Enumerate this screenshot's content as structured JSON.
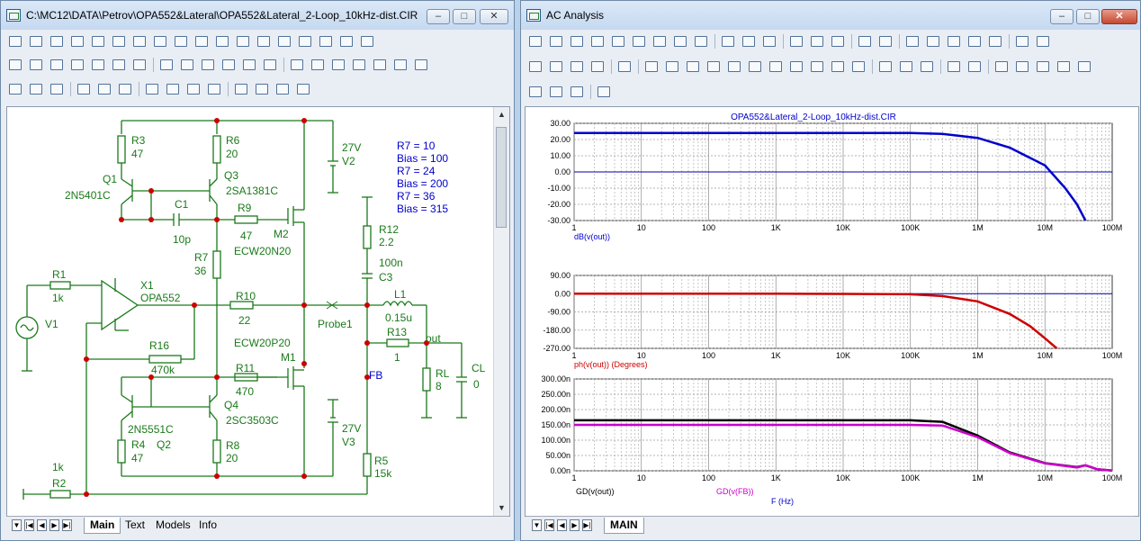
{
  "left_window": {
    "title": "C:\\MC12\\DATA\\Petrov\\OPA552&Lateral\\OPA552&Lateral_2-Loop_10kHz-dist.CIR",
    "tabs": [
      "Main",
      "Text",
      "Models",
      "Info"
    ],
    "active_tab": "Main"
  },
  "right_window": {
    "title": "AC Analysis",
    "tabs": [
      "MAIN"
    ],
    "active_tab": "MAIN"
  },
  "schematic": {
    "labels": {
      "r3": "R3",
      "r3v": "47",
      "r6": "R6",
      "r6v": "20",
      "q1": "Q1",
      "q1m": "2N5401C",
      "q3": "Q3",
      "q3m": "2SA1381C",
      "c1": "C1",
      "c1v": "10p",
      "r9": "R9",
      "r9v": "47",
      "m2": "M2",
      "m2m": "ECW20N20",
      "r7": "R7",
      "r7v": "36",
      "v2v": "27V",
      "v2": "V2",
      "r12": "R12",
      "r12v": "2.2",
      "c3v": "100n",
      "c3": "C3",
      "r1": "R1",
      "r1v": "1k",
      "x1": "X1",
      "x1m": "OPA552",
      "v1": "V1",
      "r10": "R10",
      "r10v": "22",
      "probe": "Probe1",
      "l1": "L1",
      "l1v": "0.15u",
      "r13": "R13",
      "r13v": "1",
      "out": "out",
      "r16": "R16",
      "r16v": "470k",
      "m1m": "ECW20P20",
      "m1": "M1",
      "fb": "FB",
      "rl": "RL",
      "rlv": "8",
      "cl": "CL",
      "clv": "0",
      "r11": "R11",
      "r11v": "470",
      "q4": "Q4",
      "q4m": "2SC3503C",
      "q2m": "2N5551C",
      "q2": "Q2",
      "r4": "R4",
      "r4v": "47",
      "r8": "R8",
      "r8v": "20",
      "v3v": "27V",
      "v3": "V3",
      "r5": "R5",
      "r5v": "15k",
      "r2v": "1k",
      "r2": "R2"
    },
    "bias_notes": [
      "R7 = 10",
      "Bias = 100",
      "R7 = 24",
      "Bias = 200",
      "R7 = 36",
      "Bias = 315"
    ]
  },
  "plot": {
    "title": "OPA552&Lateral_2-Loop_10kHz-dist.CIR",
    "x_ticks": [
      "1",
      "10",
      "100",
      "1K",
      "10K",
      "100K",
      "1M",
      "10M",
      "100M"
    ],
    "xlabel": "F (Hz)",
    "panels": [
      {
        "y_ticks": [
          "30.00",
          "20.00",
          "10.00",
          "0.00",
          "-10.00",
          "-20.00",
          "-30.00"
        ],
        "legend": [
          "dB(v(out))"
        ],
        "legend_colors": [
          "#0000cc"
        ]
      },
      {
        "y_ticks": [
          "90.00",
          "0.00",
          "-90.00",
          "-180.00",
          "-270.00"
        ],
        "legend": [
          "ph(v(out)) (Degrees)"
        ],
        "legend_colors": [
          "#cc0000"
        ]
      },
      {
        "y_ticks": [
          "300.00n",
          "250.00n",
          "200.00n",
          "150.00n",
          "100.00n",
          "50.00n",
          "0.00n"
        ],
        "legend": [
          "GD(v(out))",
          "GD(v(FB))"
        ],
        "legend_colors": [
          "#000000",
          "#cc00cc"
        ]
      }
    ]
  },
  "chart_data": [
    {
      "type": "line",
      "title": "OPA552&Lateral_2-Loop_10kHz-dist.CIR",
      "xlabel": "F (Hz)",
      "xscale": "log",
      "xlim": [
        1,
        100000000
      ],
      "ylim": [
        -30,
        30
      ],
      "series": [
        {
          "name": "dB(v(out))",
          "color": "#0000cc",
          "x": [
            1,
            10,
            100,
            1000,
            10000,
            100000,
            300000,
            1000000,
            3000000,
            10000000,
            20000000,
            30000000,
            40000000
          ],
          "values": [
            24,
            24,
            24,
            24,
            24,
            24,
            23.5,
            21,
            15,
            4,
            -10,
            -20,
            -30
          ]
        }
      ]
    },
    {
      "type": "line",
      "xlabel": "F (Hz)",
      "xscale": "log",
      "xlim": [
        1,
        100000000
      ],
      "ylim": [
        -270,
        90
      ],
      "series": [
        {
          "name": "ph(v(out)) (Degrees)",
          "color": "#cc0000",
          "x": [
            1,
            10,
            100,
            1000,
            10000,
            100000,
            300000,
            1000000,
            3000000,
            6000000,
            10000000,
            15000000
          ],
          "values": [
            0,
            0,
            0,
            0,
            -1,
            -3,
            -12,
            -38,
            -100,
            -160,
            -220,
            -270
          ]
        }
      ]
    },
    {
      "type": "line",
      "xlabel": "F (Hz)",
      "xscale": "log",
      "xlim": [
        1,
        100000000
      ],
      "ylim": [
        0,
        300
      ],
      "series": [
        {
          "name": "GD(v(out))",
          "color": "#000000",
          "x": [
            1,
            10,
            100,
            1000,
            10000,
            100000,
            300000,
            1000000,
            3000000,
            10000000,
            30000000,
            40000000,
            60000000,
            100000000
          ],
          "values": [
            165,
            165,
            165,
            165,
            165,
            165,
            160,
            115,
            60,
            25,
            12,
            18,
            5,
            1
          ]
        },
        {
          "name": "GD(v(FB))",
          "color": "#cc00cc",
          "x": [
            1,
            10,
            100,
            1000,
            10000,
            100000,
            300000,
            1000000,
            3000000,
            10000000,
            30000000,
            40000000,
            60000000,
            100000000
          ],
          "values": [
            150,
            150,
            150,
            150,
            150,
            150,
            148,
            110,
            58,
            24,
            11,
            18,
            5,
            1
          ]
        }
      ]
    }
  ]
}
